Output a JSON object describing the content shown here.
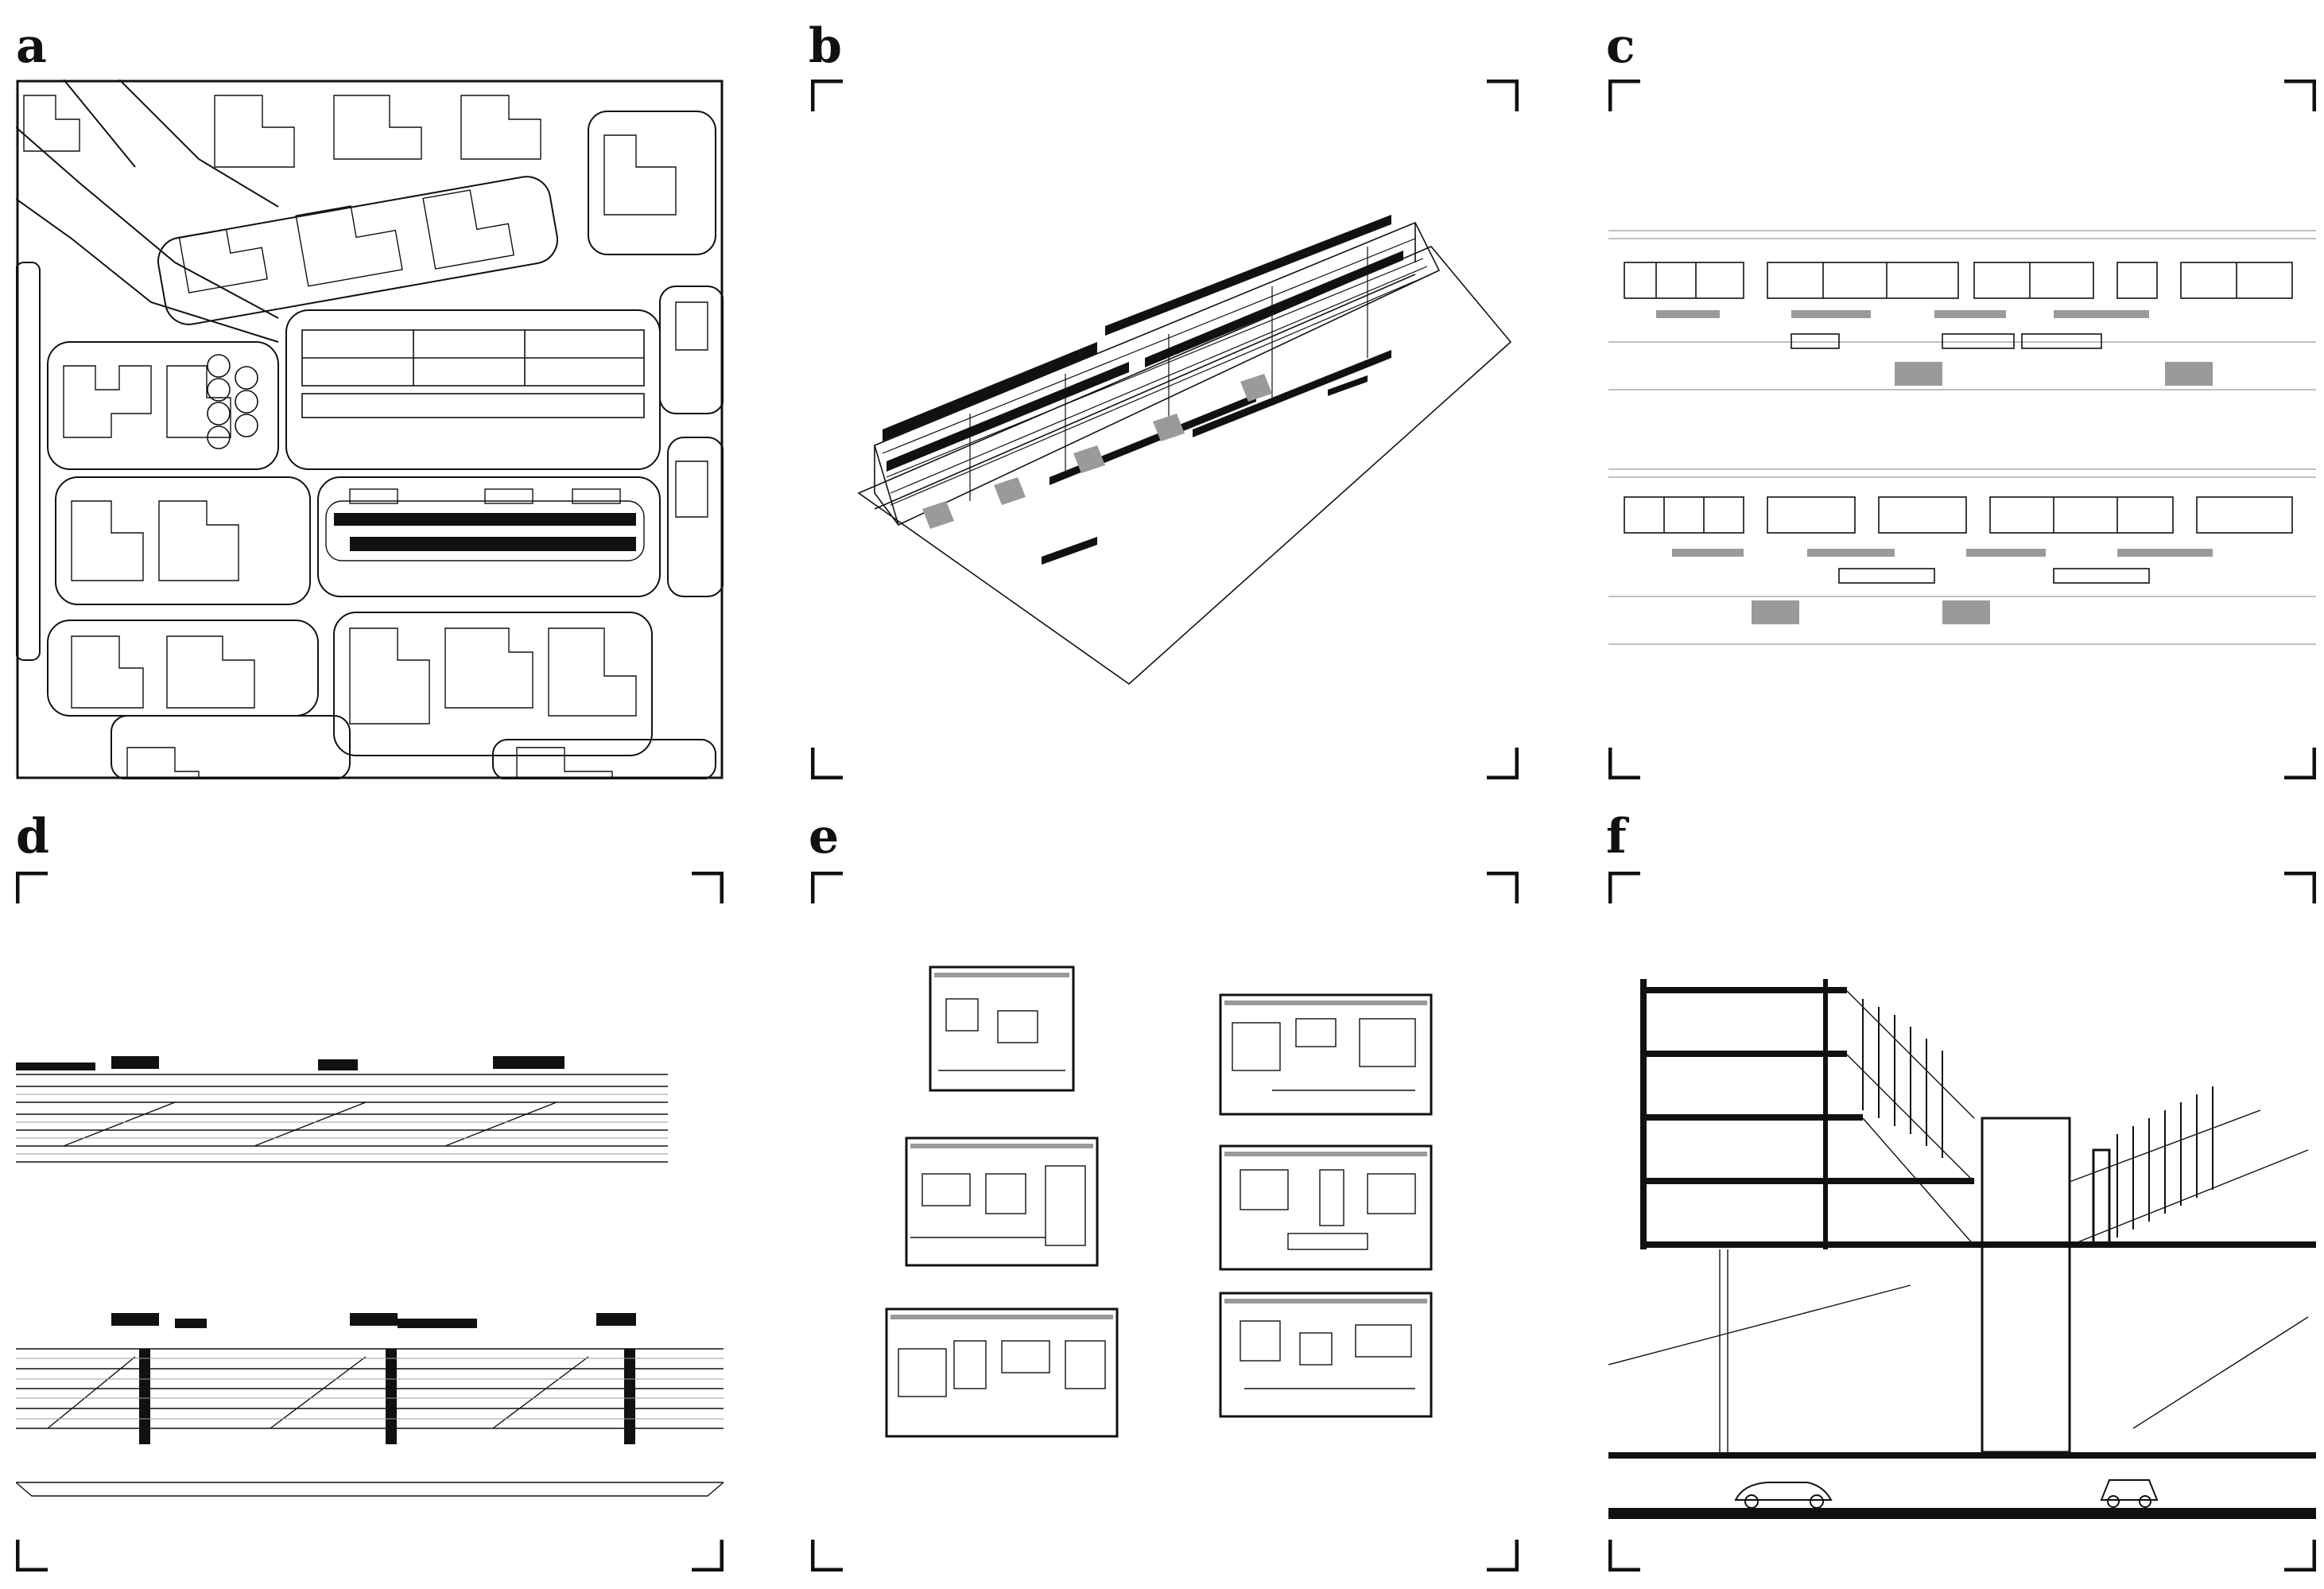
{
  "panels": [
    {
      "label": "a",
      "content": "site-plan"
    },
    {
      "label": "b",
      "content": "axonometric-view"
    },
    {
      "label": "c",
      "content": "floor-plans"
    },
    {
      "label": "d",
      "content": "elevations"
    },
    {
      "label": "e",
      "content": "unit-plans"
    },
    {
      "label": "f",
      "content": "perspective-section"
    }
  ],
  "colors": {
    "ink": "#111111",
    "paper": "#ffffff",
    "light": "#9a9a9a"
  }
}
